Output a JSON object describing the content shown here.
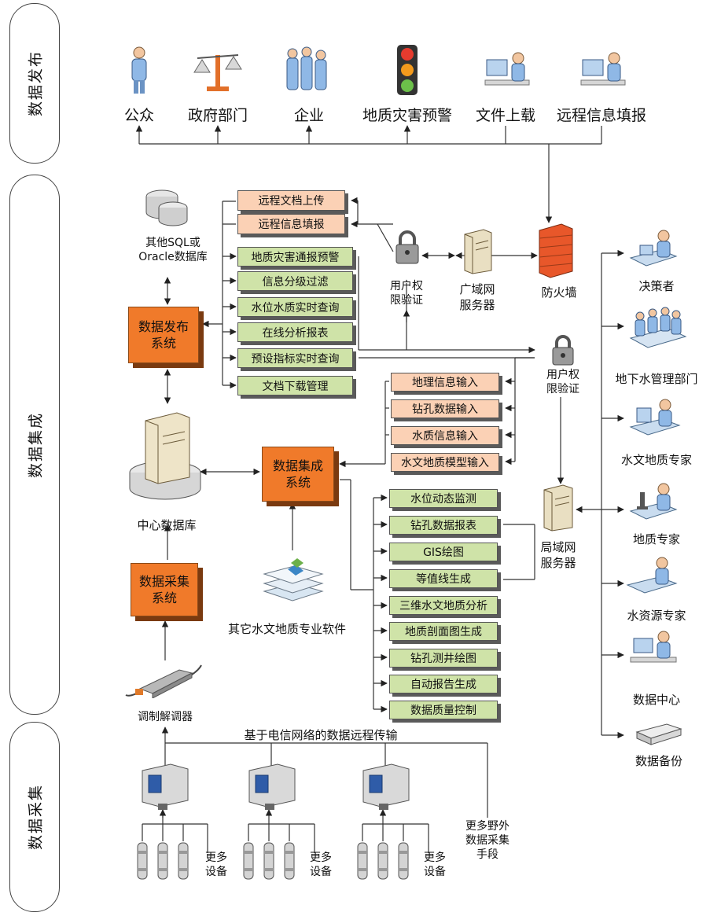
{
  "bands": {
    "publish": "数据发布",
    "integrate": "数据集成",
    "collect": "数据采集"
  },
  "top_targets": [
    {
      "label": "公众",
      "icon": "person-icon"
    },
    {
      "label": "政府部门",
      "icon": "scales-icon"
    },
    {
      "label": "企业",
      "icon": "people-group-icon"
    },
    {
      "label": "地质灾害预警",
      "icon": "traffic-light-icon"
    },
    {
      "label": "文件上载",
      "icon": "workstation-user-icon"
    },
    {
      "label": "远程信息填报",
      "icon": "workstation-user-icon"
    }
  ],
  "other_db": "其他SQL或\nOracle数据库",
  "publish_system": "数据发布\n系统",
  "publish_inputs": [
    "远程文档上传",
    "远程信息填报"
  ],
  "publish_functions": [
    "地质灾害通报预警",
    "信息分级过滤",
    "水位水质实时查询",
    "在线分析报表",
    "预设指标实时查询",
    "文档下载管理"
  ],
  "auth_top": "用户权\n限验证",
  "wan_server": "广域网\n服务器",
  "firewall": "防火墙",
  "auth_mid": "用户权\n限验证",
  "central_db": "中心数据库",
  "integration_system": "数据集成\n系统",
  "integration_inputs": [
    "地理信息输入",
    "钻孔数据输入",
    "水质信息输入",
    "水文地质模型输入"
  ],
  "integration_functions": [
    "水位动态监测",
    "钻孔数据报表",
    "GIS绘图",
    "等值线生成",
    "三维水文地质分析",
    "地质剖面图生成",
    "钻孔测井绘图",
    "自动报告生成",
    "数据质量控制"
  ],
  "other_software": "其它水文地质专业软件",
  "collect_system": "数据采集\n系统",
  "modem": "调制解调器",
  "lan_server": "局域网\n服务器",
  "right_targets": [
    "决策者",
    "地下水管理部门",
    "水文地质专家",
    "地质专家",
    "水资源专家",
    "数据中心",
    "数据备份"
  ],
  "telecom": "基于电信网络的数据远程传输",
  "more_field": "更多野外\n数据采集\n手段",
  "more_devices": "更多\n设备",
  "colors": {
    "orange": "#f07a2a",
    "pink": "#fbd1b5",
    "green": "#cfe3a8",
    "firewall": "#e8572a"
  }
}
